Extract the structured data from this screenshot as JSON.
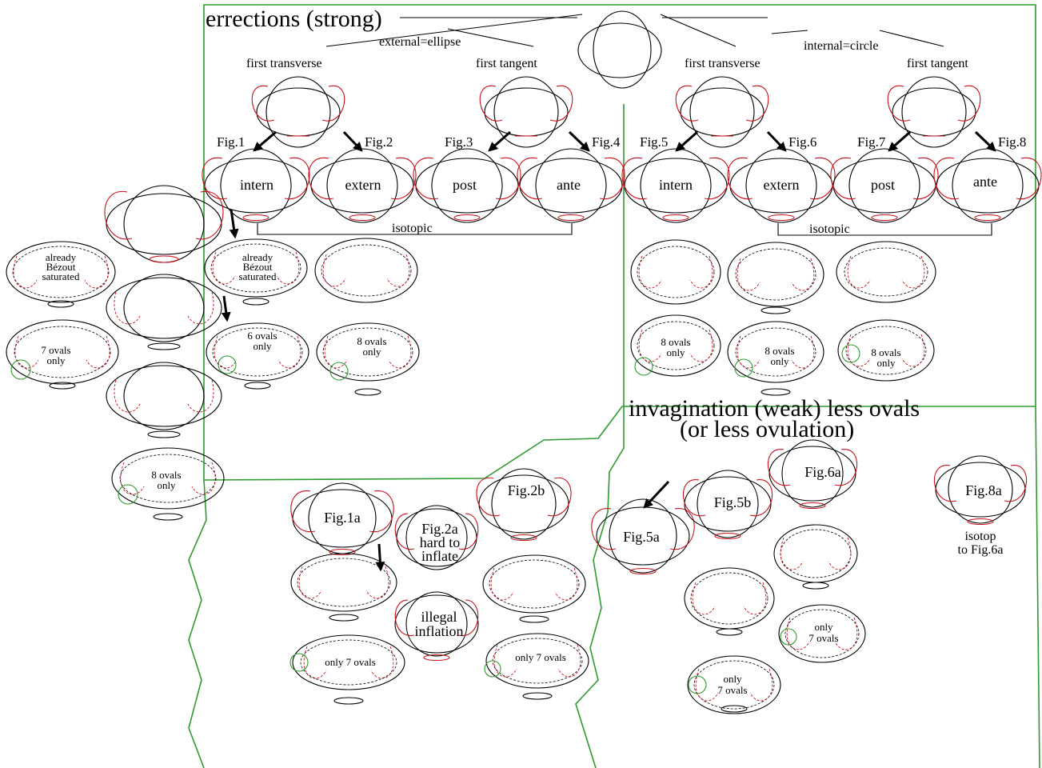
{
  "colors": {
    "real_scheme": "#000000",
    "curve": "#c8101a",
    "boundary": "#2f9a2f"
  },
  "titles": {
    "strong": "errections (strong)",
    "weak_line1": "invagination (weak) less ovals",
    "weak_line2": "(or less ovulation)"
  },
  "branches": {
    "external": "external=ellipse",
    "internal": "internal=circle",
    "first_transverse": "first transverse",
    "first_tangent": "first tangent",
    "isotopic": "isotopic"
  },
  "fig_labels": [
    "Fig.1",
    "Fig.2",
    "Fig.3",
    "Fig.4",
    "Fig.5",
    "Fig.6",
    "Fig.7",
    "Fig.8"
  ],
  "row_labels": [
    "intern",
    "extern",
    "post",
    "ante",
    "intern",
    "extern",
    "post",
    "ante"
  ],
  "notes": {
    "already": "already",
    "bezout": "Bézout",
    "saturated": "saturated",
    "six_ovals": "6 ovals",
    "seven_ovals": "7 ovals",
    "eight_ovals": "8 ovals",
    "only": "only",
    "only_7_ovals": "only 7 ovals",
    "hard_to": "hard to",
    "inflate": "inflate",
    "illegal": "illegal",
    "inflation": "inflation",
    "isotop": "isotop",
    "to_fig6a": "to Fig.6a"
  },
  "variant_labels": {
    "fig1a": "Fig.1a",
    "fig2a": "Fig.2a",
    "fig2b": "Fig.2b",
    "fig5a": "Fig.5a",
    "fig5b": "Fig.5b",
    "fig6a": "Fig.6a",
    "fig8a": "Fig.8a"
  }
}
